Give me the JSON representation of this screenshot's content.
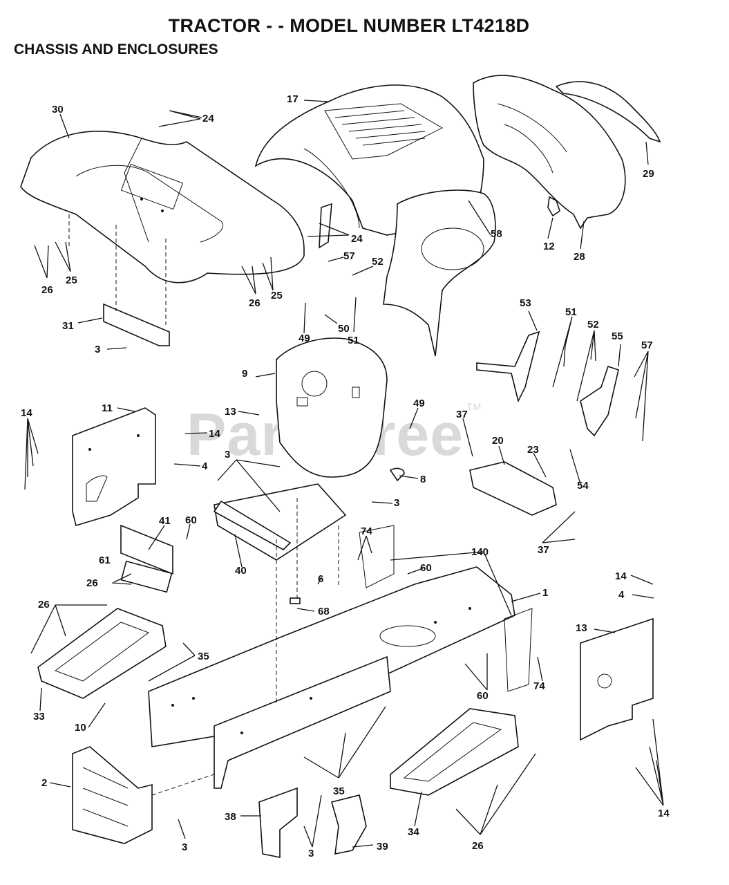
{
  "header": {
    "title": "TRACTOR - - MODEL NUMBER LT4218D",
    "section": "CHASSIS AND ENCLOSURES"
  },
  "watermark": {
    "text": "PartsTree",
    "mark": "TM"
  },
  "callouts": [
    {
      "id": "30",
      "text": "30"
    },
    {
      "id": "24a",
      "text": "24"
    },
    {
      "id": "17",
      "text": "17"
    },
    {
      "id": "29",
      "text": "29"
    },
    {
      "id": "24b",
      "text": "24"
    },
    {
      "id": "26a",
      "text": "26"
    },
    {
      "id": "25a",
      "text": "25"
    },
    {
      "id": "26b",
      "text": "26"
    },
    {
      "id": "25b",
      "text": "25"
    },
    {
      "id": "58",
      "text": "58"
    },
    {
      "id": "12",
      "text": "12"
    },
    {
      "id": "28",
      "text": "28"
    },
    {
      "id": "57a",
      "text": "57"
    },
    {
      "id": "52a",
      "text": "52"
    },
    {
      "id": "31",
      "text": "31"
    },
    {
      "id": "3a",
      "text": "3"
    },
    {
      "id": "49a",
      "text": "49"
    },
    {
      "id": "50",
      "text": "50"
    },
    {
      "id": "51a",
      "text": "51"
    },
    {
      "id": "53",
      "text": "53"
    },
    {
      "id": "51b",
      "text": "51"
    },
    {
      "id": "52b",
      "text": "52"
    },
    {
      "id": "55",
      "text": "55"
    },
    {
      "id": "57b",
      "text": "57"
    },
    {
      "id": "9",
      "text": "9"
    },
    {
      "id": "11",
      "text": "11"
    },
    {
      "id": "14a",
      "text": "14"
    },
    {
      "id": "13a",
      "text": "13"
    },
    {
      "id": "14b",
      "text": "14"
    },
    {
      "id": "49b",
      "text": "49"
    },
    {
      "id": "37a",
      "text": "37"
    },
    {
      "id": "20",
      "text": "20"
    },
    {
      "id": "23",
      "text": "23"
    },
    {
      "id": "4a",
      "text": "4"
    },
    {
      "id": "3b",
      "text": "3"
    },
    {
      "id": "8",
      "text": "8"
    },
    {
      "id": "54",
      "text": "54"
    },
    {
      "id": "3c",
      "text": "3"
    },
    {
      "id": "41",
      "text": "41"
    },
    {
      "id": "60a",
      "text": "60"
    },
    {
      "id": "37b",
      "text": "37"
    },
    {
      "id": "61",
      "text": "61"
    },
    {
      "id": "40",
      "text": "40"
    },
    {
      "id": "6",
      "text": "6"
    },
    {
      "id": "74a",
      "text": "74"
    },
    {
      "id": "140",
      "text": "140"
    },
    {
      "id": "26c",
      "text": "26"
    },
    {
      "id": "60b",
      "text": "60"
    },
    {
      "id": "14c",
      "text": "14"
    },
    {
      "id": "1",
      "text": "1"
    },
    {
      "id": "4b",
      "text": "4"
    },
    {
      "id": "26d",
      "text": "26"
    },
    {
      "id": "68",
      "text": "68"
    },
    {
      "id": "13b",
      "text": "13"
    },
    {
      "id": "35a",
      "text": "35"
    },
    {
      "id": "60c",
      "text": "60"
    },
    {
      "id": "74b",
      "text": "74"
    },
    {
      "id": "33",
      "text": "33"
    },
    {
      "id": "10",
      "text": "10"
    },
    {
      "id": "2",
      "text": "2"
    },
    {
      "id": "35b",
      "text": "35"
    },
    {
      "id": "14d",
      "text": "14"
    },
    {
      "id": "38",
      "text": "38"
    },
    {
      "id": "34",
      "text": "34"
    },
    {
      "id": "3d",
      "text": "3"
    },
    {
      "id": "3e",
      "text": "3"
    },
    {
      "id": "39",
      "text": "39"
    },
    {
      "id": "26e",
      "text": "26"
    }
  ]
}
